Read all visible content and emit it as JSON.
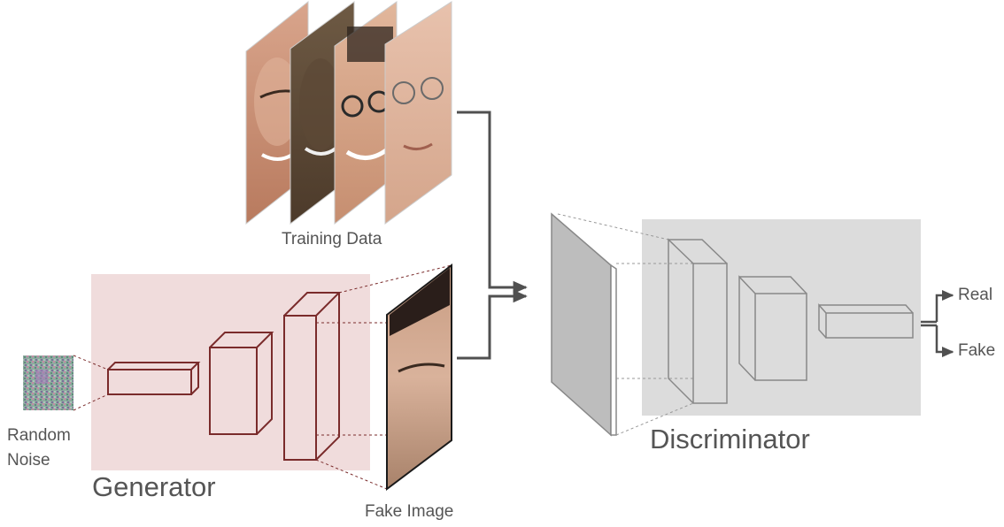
{
  "labels": {
    "training_data": "Training Data",
    "random_noise_line1": "Random",
    "random_noise_line2": "Noise",
    "generator": "Generator",
    "fake_image": "Fake Image",
    "discriminator": "Discriminator",
    "real": "Real",
    "fake": "Fake"
  },
  "colors": {
    "generator_region": "#f0dcdc",
    "generator_stroke": "#7a2b2b",
    "discriminator_region": "#dcdcdc",
    "discriminator_stroke": "#888888",
    "arrow": "#505050",
    "label_text": "#555555"
  }
}
